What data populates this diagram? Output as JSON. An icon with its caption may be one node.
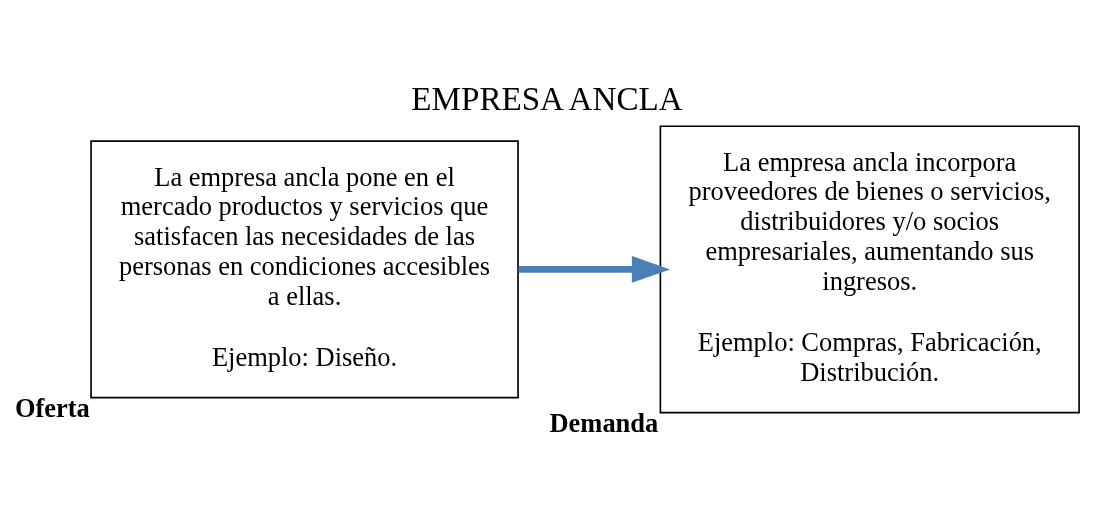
{
  "diagram": {
    "title": "EMPRESA ANCLA",
    "nodes": [
      {
        "text": [
          "La empresa ancla pone en el mercado productos y servicios que satisfacen las necesidades de las personas en condiciones accesibles a ellas.",
          "Ejemplo: Diseño."
        ],
        "beside": [
          "Oferta"
        ]
      },
      {
        "text": [
          "La empresa ancla incorpora proveedores de bienes o servicios, distribuidores y/o socios empresariales, aumentando sus ingresos.",
          "Ejemplo: Compras, Fabricación, Distribución."
        ],
        "beside": [
          "Demanda"
        ]
      }
    ],
    "edges": [
      {
        "from": 0,
        "to": 1,
        "arrow": "to",
        "color": "#4a7fb8"
      }
    ]
  }
}
